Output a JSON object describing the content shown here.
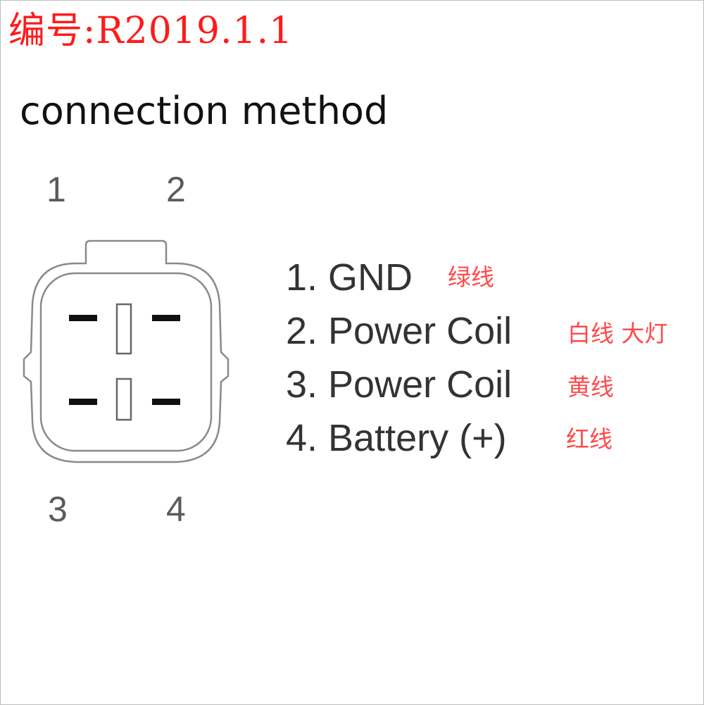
{
  "header": {
    "code_label": "编号:R2019.1.1"
  },
  "title": "connection method",
  "connector": {
    "pin_labels": [
      "1",
      "2",
      "3",
      "4"
    ]
  },
  "legend": {
    "items": [
      {
        "text": "1. GND",
        "wire": "绿线"
      },
      {
        "text": "2. Power Coil",
        "wire": "白线 大灯"
      },
      {
        "text": "3. Power Coil",
        "wire": "黄线"
      },
      {
        "text": "4. Battery (+)",
        "wire": "红线"
      }
    ]
  },
  "colors": {
    "accent_red": "#ff1a1a",
    "wire_note_red": "#ff4a4a",
    "line_gray": "#8a8a8a",
    "pin_black": "#111111"
  }
}
